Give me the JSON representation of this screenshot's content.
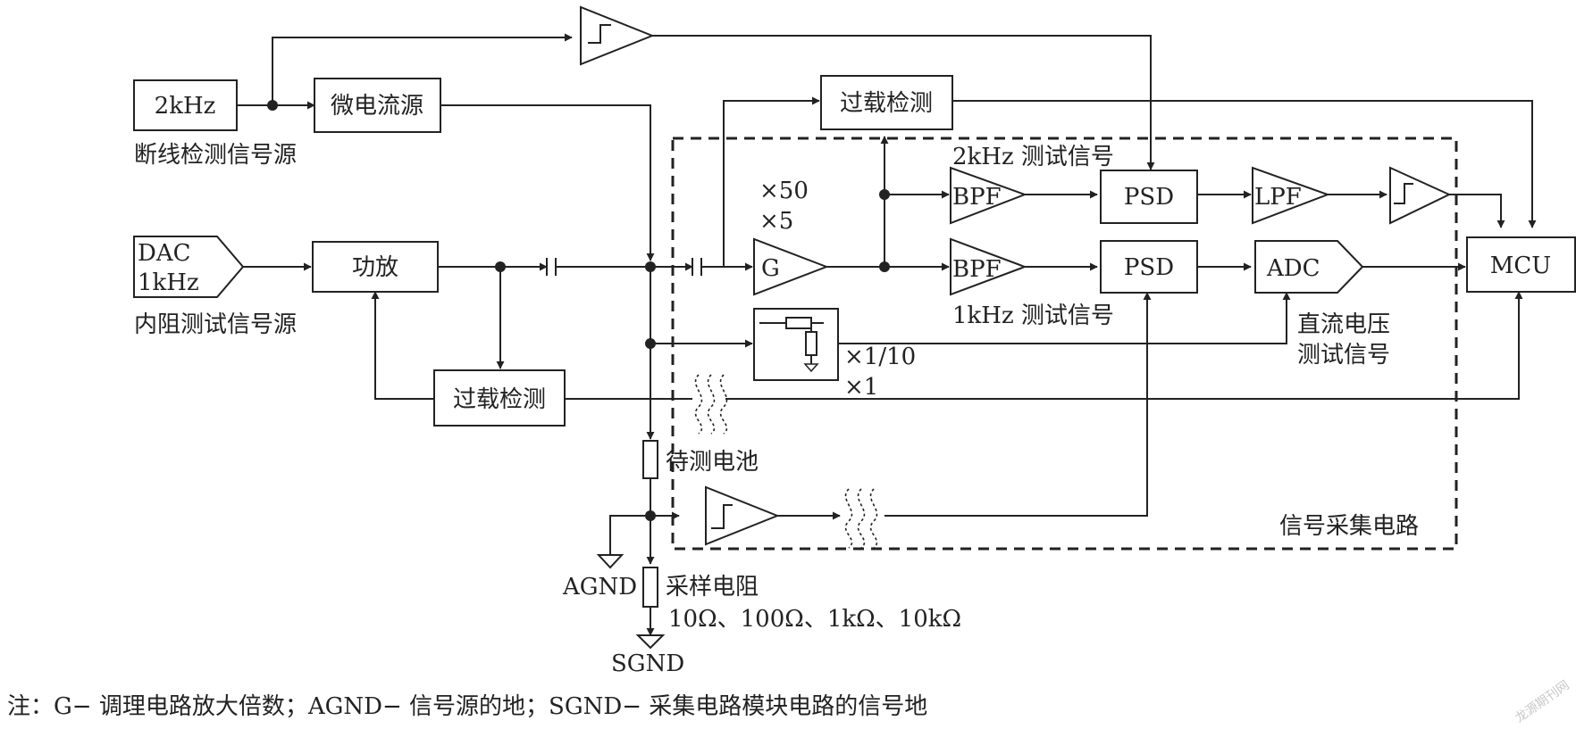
{
  "blocks": {
    "osc_2khz": "2kHz",
    "micro_current": "微电流源",
    "break_detect_source": "断线检测信号源",
    "dac_line1": "DAC",
    "dac_line2": "1kHz",
    "power_amp": "功放",
    "resistance_source": "内阻测试信号源",
    "overload_top": "过载检测",
    "overload_bottom": "过载检测",
    "gain": "G",
    "bpf_2k": "BPF",
    "bpf_1k": "BPF",
    "psd_2k": "PSD",
    "psd_1k": "PSD",
    "lpf": "LPF",
    "adc": "ADC",
    "mcu": "MCU"
  },
  "labels": {
    "gain_x50": "×50",
    "gain_x5": "×5",
    "signal_2k": "2kHz 测试信号",
    "signal_1k": "1kHz 测试信号",
    "div_x1_10": "×1/10",
    "div_x1": "×1",
    "dc_voltage_line1": "直流电压",
    "dc_voltage_line2": "测试信号",
    "battery": "待测电池",
    "acquisition": "信号采集电路",
    "agnd": "AGND",
    "sgnd": "SGND",
    "sample_resistor": "采样电阻",
    "resistor_values": "10Ω、100Ω、1kΩ、10kΩ"
  },
  "footnote": "注：G− 调理电路放大倍数；AGND− 信号源的地；SGND− 采集电路模块电路的信号地",
  "watermark": "龙源期刊网"
}
